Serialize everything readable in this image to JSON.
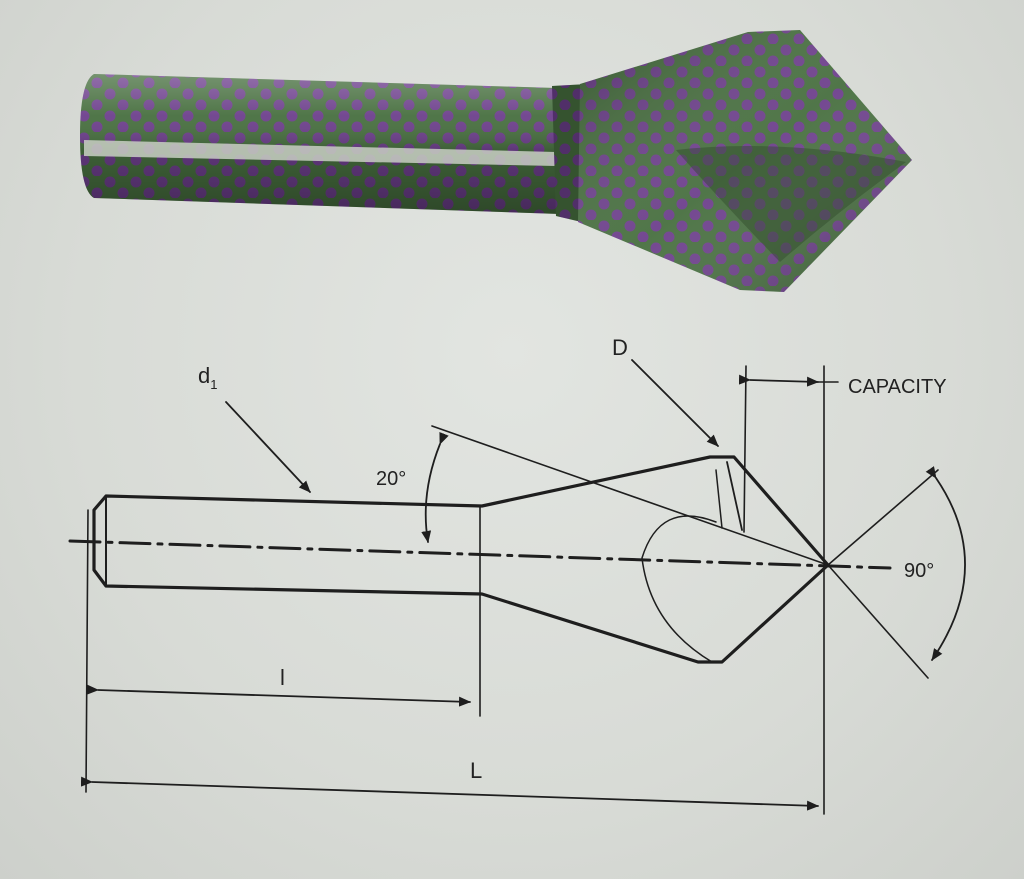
{
  "labels": {
    "d1_main": "d",
    "d1_sub": "1",
    "D": "D",
    "capacity": "CAPACITY",
    "angle_20": "20°",
    "angle_90": "90°",
    "l": "l",
    "L": "L"
  },
  "colors": {
    "background": "#dcdfdb",
    "tool_green": "#3e6a3a",
    "tool_purple": "#6b3c86",
    "line": "#1e1e1e"
  }
}
